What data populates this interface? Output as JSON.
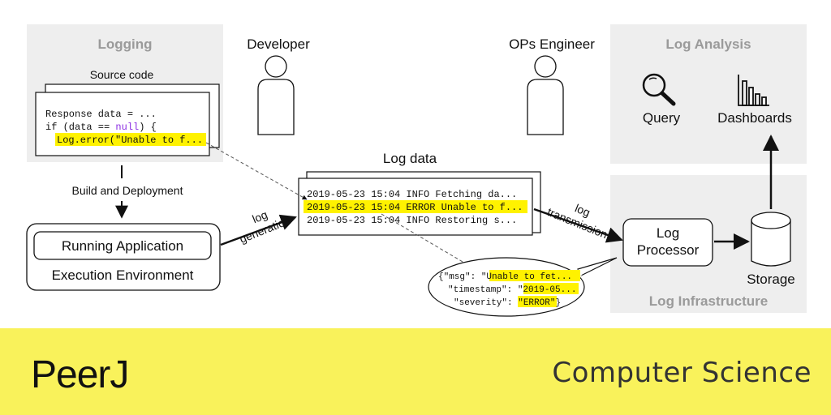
{
  "sections": {
    "logging": "Logging",
    "log_analysis": "Log Analysis",
    "log_infrastructure": "Log Infrastructure"
  },
  "actors": {
    "developer": "Developer",
    "ops_engineer": "OPs Engineer"
  },
  "source_code": {
    "title": "Source code",
    "lines": [
      "Response data = ...",
      "if (data == ",
      "null",
      ") {",
      "Log.error(\"Unable to f..."
    ]
  },
  "steps": {
    "build": "Build and Deployment",
    "log_generation": [
      "log",
      "generation"
    ],
    "log_transmission": [
      "log",
      "transmission"
    ]
  },
  "execution": {
    "app": "Running Application",
    "env": "Execution Environment"
  },
  "log_data": {
    "title": "Log data",
    "lines": [
      "2019-05-23 15:04 INFO Fetching da...",
      "2019-05-23 15:04 ERROR Unable to f...",
      "2019-05-23 15:04 INFO Restoring s..."
    ]
  },
  "parsed": {
    "l1k": "{\"msg\": ",
    "l1v": "\"Unable to fet...",
    "l2k": "\"timestamp\": ",
    "l2v": "\"2019-05...",
    "l3k": "\"severity\": ",
    "l3v": "\"ERROR\"",
    "l3e": "}"
  },
  "processor": [
    "Log",
    "Processor"
  ],
  "storage": "Storage",
  "analysis": {
    "query": "Query",
    "dashboards": "Dashboards"
  },
  "footer": {
    "brand": "PeerJ",
    "journal": "Computer Science"
  },
  "colors": {
    "highlight": "#fff200",
    "footer_bg": "#f9f25b",
    "panel_bg": "#eeeeee",
    "stroke": "#111111",
    "null_keyword": "#8a2be2"
  }
}
